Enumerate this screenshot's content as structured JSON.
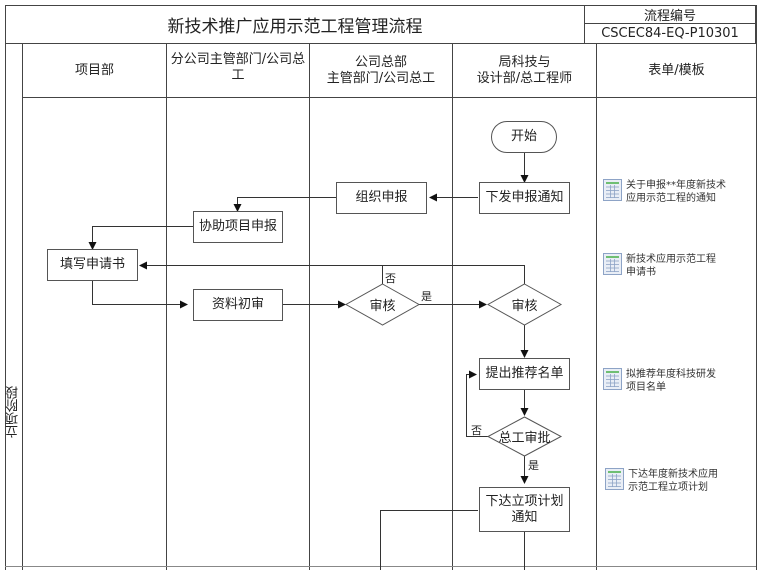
{
  "header": {
    "title": "新技术推广应用示范工程管理流程",
    "code_label": "流程编号",
    "code_value": "CSCEC84-EQ-P10301"
  },
  "columns": [
    {
      "label": "项目部"
    },
    {
      "label": "分公司主管部门/公司总工"
    },
    {
      "label": "公司总部\n主管部门/公司总工"
    },
    {
      "label": "局科技与\n设计部/总工程师"
    },
    {
      "label": "表单/模板"
    }
  ],
  "phase": {
    "label": "立项阶段"
  },
  "nodes": {
    "start": "开始",
    "issue_notice": "下发申报通知",
    "organize_apply": "组织申报",
    "assist_apply": "协助项目申报",
    "fill_form": "填写申请书",
    "preliminary_review": "资料初审",
    "review_hq": "审核",
    "review_bureau": "审核",
    "propose_list": "提出推荐名单",
    "chief_approval": "总工审批",
    "issue_plan": "下达立项计划\n通知"
  },
  "edge_labels": {
    "no1": "否",
    "yes1": "是",
    "no2": "否",
    "yes2": "是"
  },
  "forms": [
    {
      "icon": "spreadsheet-icon",
      "text": "关于申报**年度新技术\n应用示范工程的通知"
    },
    {
      "icon": "spreadsheet-icon",
      "text": "新技术应用示范工程\n申请书"
    },
    {
      "icon": "spreadsheet-icon",
      "text": "拟推荐年度科技研发\n项目名单"
    },
    {
      "icon": "spreadsheet-icon",
      "text": "下达年度新技术应用\n示范工程立项计划"
    }
  ]
}
